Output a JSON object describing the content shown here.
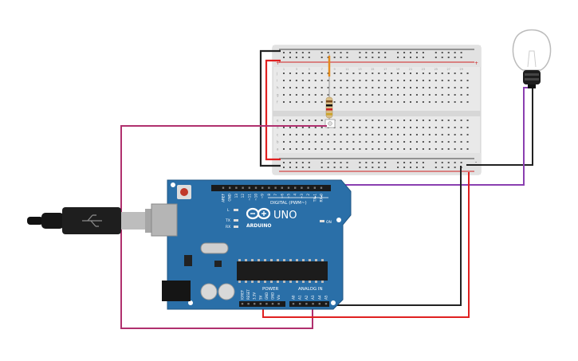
{
  "breadboard": {
    "col_numbers": [
      "1",
      "2",
      "3",
      "4",
      "5",
      "6",
      "7",
      "8",
      "9",
      "10",
      "11",
      "12",
      "13",
      "14",
      "15",
      "16",
      "17",
      "18",
      "19",
      "20",
      "21",
      "22",
      "23",
      "24",
      "25",
      "26",
      "27",
      "28",
      "29",
      "30"
    ],
    "row_letters_top": [
      "j",
      "i",
      "h",
      "g",
      "f"
    ],
    "row_letters_bottom": [
      "e",
      "d",
      "c",
      "b",
      "a"
    ],
    "rail_plus": "+",
    "rail_minus": "-"
  },
  "arduino": {
    "brand": "ARDUINO",
    "model": "UNO",
    "digital_label": "DIGITAL (PWM~)",
    "digital_pins": [
      "AREF",
      "GND",
      "13",
      "12",
      "~11",
      "~10",
      "~9",
      "8",
      "7",
      "~6",
      "~5",
      "4",
      "~3",
      "2",
      "TX▸1",
      "RX◂0"
    ],
    "power_label": "POWER",
    "power_pins": [
      "IOREF",
      "RESET",
      "3.3V",
      "5V",
      "GND",
      "GND",
      "Vin"
    ],
    "analog_label": "ANALOG IN",
    "analog_pins": [
      "A0",
      "A1",
      "A2",
      "A3",
      "A4",
      "A5"
    ],
    "led_labels": [
      "L",
      "TX",
      "RX"
    ],
    "on_label": "ON"
  },
  "colors": {
    "board_blue": "#2a6fa8",
    "wire_black": "#222222",
    "wire_red": "#e02020",
    "wire_magenta": "#b0306e",
    "wire_purple": "#8a3fb0",
    "breadboard": "#e6e6e6"
  }
}
